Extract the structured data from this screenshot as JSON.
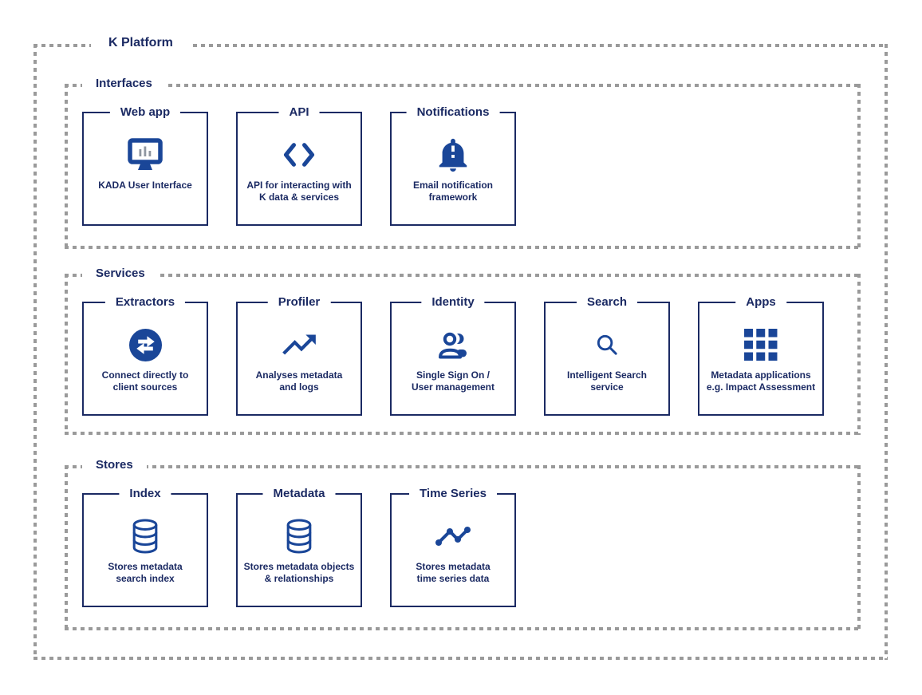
{
  "platform": {
    "label": "K Platform"
  },
  "colors": {
    "navy": "#1b2a63",
    "icon_blue": "#1a4698",
    "dash_gray": "#9a9a9a",
    "bar_gray": "#8f96a0"
  },
  "sections": [
    {
      "label": "Interfaces",
      "cards": [
        {
          "title": "Web app",
          "icon": "monitor-chart-icon",
          "description": "KADA User Interface"
        },
        {
          "title": "API",
          "icon": "code-brackets-icon",
          "description": "API for interacting with\nK data & services"
        },
        {
          "title": "Notifications",
          "icon": "bell-alert-icon",
          "description": "Email notification\nframework"
        }
      ]
    },
    {
      "label": "Services",
      "cards": [
        {
          "title": "Extractors",
          "icon": "swap-arrows-circle-icon",
          "description": "Connect directly to\nclient sources"
        },
        {
          "title": "Profiler",
          "icon": "trending-up-icon",
          "description": "Analyses metadata\nand logs"
        },
        {
          "title": "Identity",
          "icon": "users-icon",
          "description": "Single Sign On /\nUser management"
        },
        {
          "title": "Search",
          "icon": "magnifier-icon",
          "description": "Intelligent Search\nservice"
        },
        {
          "title": "Apps",
          "icon": "grid-icon",
          "description": "Metadata applications\ne.g. Impact Assessment"
        }
      ]
    },
    {
      "label": "Stores",
      "cards": [
        {
          "title": "Index",
          "icon": "database-icon",
          "description": "Stores metadata\nsearch index"
        },
        {
          "title": "Metadata",
          "icon": "database-icon",
          "description": "Stores metadata objects\n& relationships"
        },
        {
          "title": "Time Series",
          "icon": "timeline-icon",
          "description": "Stores metadata\ntime series data"
        }
      ]
    }
  ]
}
